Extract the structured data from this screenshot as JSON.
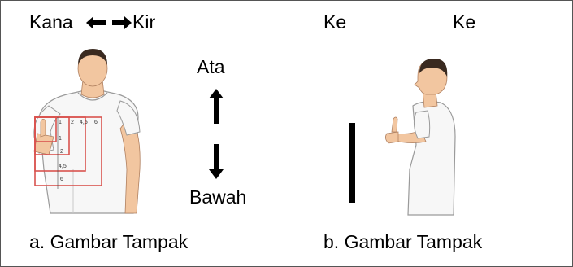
{
  "panel_a": {
    "direction_left": "Kana",
    "direction_right": "Kir",
    "vertical_top": "Ata",
    "vertical_bottom": "Bawah",
    "caption": "a. Gambar Tampak",
    "grid_labels": [
      "1",
      "2",
      "4,5",
      "6",
      "1",
      "2",
      "4,5",
      "6"
    ]
  },
  "panel_b": {
    "label_left": "Ke",
    "label_right": "Ke",
    "caption": "b. Gambar Tampak"
  },
  "colors": {
    "grid_red": "#d9534f",
    "skin": "#f2c6a0",
    "shirt": "#f7f7f7",
    "hair": "#3a2a20"
  },
  "icons": [
    "left-arrow-icon",
    "right-arrow-icon",
    "up-arrow-icon",
    "down-arrow-icon"
  ]
}
